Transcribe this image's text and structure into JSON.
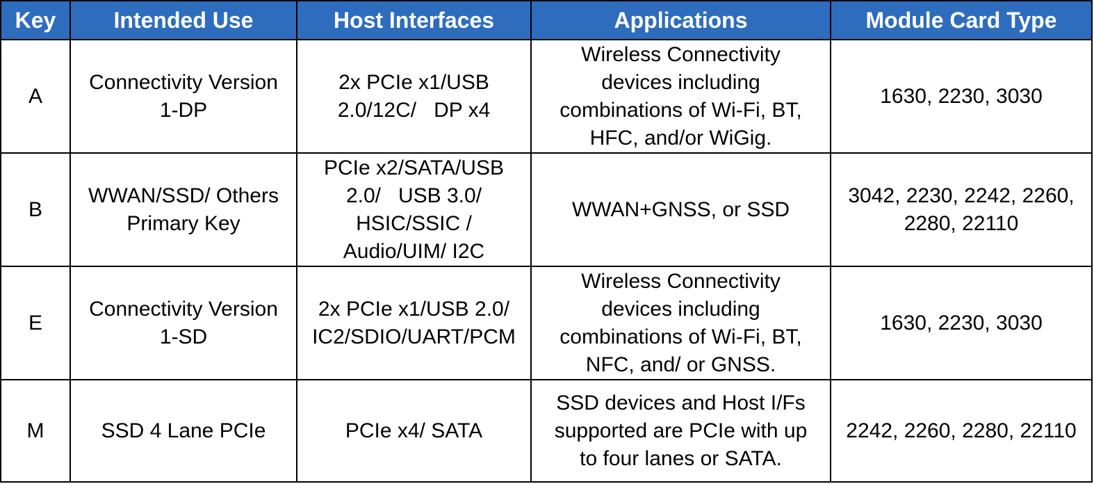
{
  "table": {
    "headers": {
      "key": "Key",
      "intended_use": "Intended Use",
      "host_interfaces": "Host Interfaces",
      "applications": "Applications",
      "module_card_type": "Module Card Type"
    },
    "rows": [
      {
        "key": "A",
        "intended_use": [
          "Connectivity Version",
          "1-DP"
        ],
        "host_interfaces": [
          "2x PCIe x1/USB",
          "2.0/12C/   DP x4"
        ],
        "applications": [
          "Wireless Connectivity",
          "devices including",
          "combinations of Wi-Fi, BT,",
          "HFC, and/or WiGig."
        ],
        "module_card_type": [
          "1630, 2230, 3030"
        ]
      },
      {
        "key": "B",
        "intended_use": [
          "WWAN/SSD/ Others",
          "Primary Key"
        ],
        "host_interfaces": [
          "PCIe x2/SATA/USB",
          "2.0/   USB 3.0/",
          "HSIC/SSIC /",
          "Audio/UIM/ I2C"
        ],
        "applications": [
          "WWAN+GNSS, or SSD"
        ],
        "module_card_type": [
          "3042, 2230, 2242, 2260,",
          "2280, 22110"
        ]
      },
      {
        "key": "E",
        "intended_use": [
          "Connectivity Version",
          "1-SD"
        ],
        "host_interfaces": [
          "2x PCIe x1/USB 2.0/",
          "IC2/SDIO/UART/PCM"
        ],
        "applications": [
          "Wireless Connectivity",
          "devices including",
          "combinations of Wi-Fi, BT,",
          "NFC, and/ or GNSS."
        ],
        "module_card_type": [
          "1630, 2230, 3030"
        ]
      },
      {
        "key": "M",
        "intended_use": [
          "SSD 4 Lane PCIe"
        ],
        "host_interfaces": [
          "PCIe x4/ SATA"
        ],
        "applications": [
          "SSD devices and Host I/Fs",
          "supported are PCIe with up",
          "to four lanes or SATA."
        ],
        "module_card_type": [
          "2242, 2260, 2280, 22110"
        ]
      }
    ]
  },
  "colors": {
    "header_bg": "#2e6dbd",
    "header_text": "#ffffff",
    "border": "#000000"
  }
}
